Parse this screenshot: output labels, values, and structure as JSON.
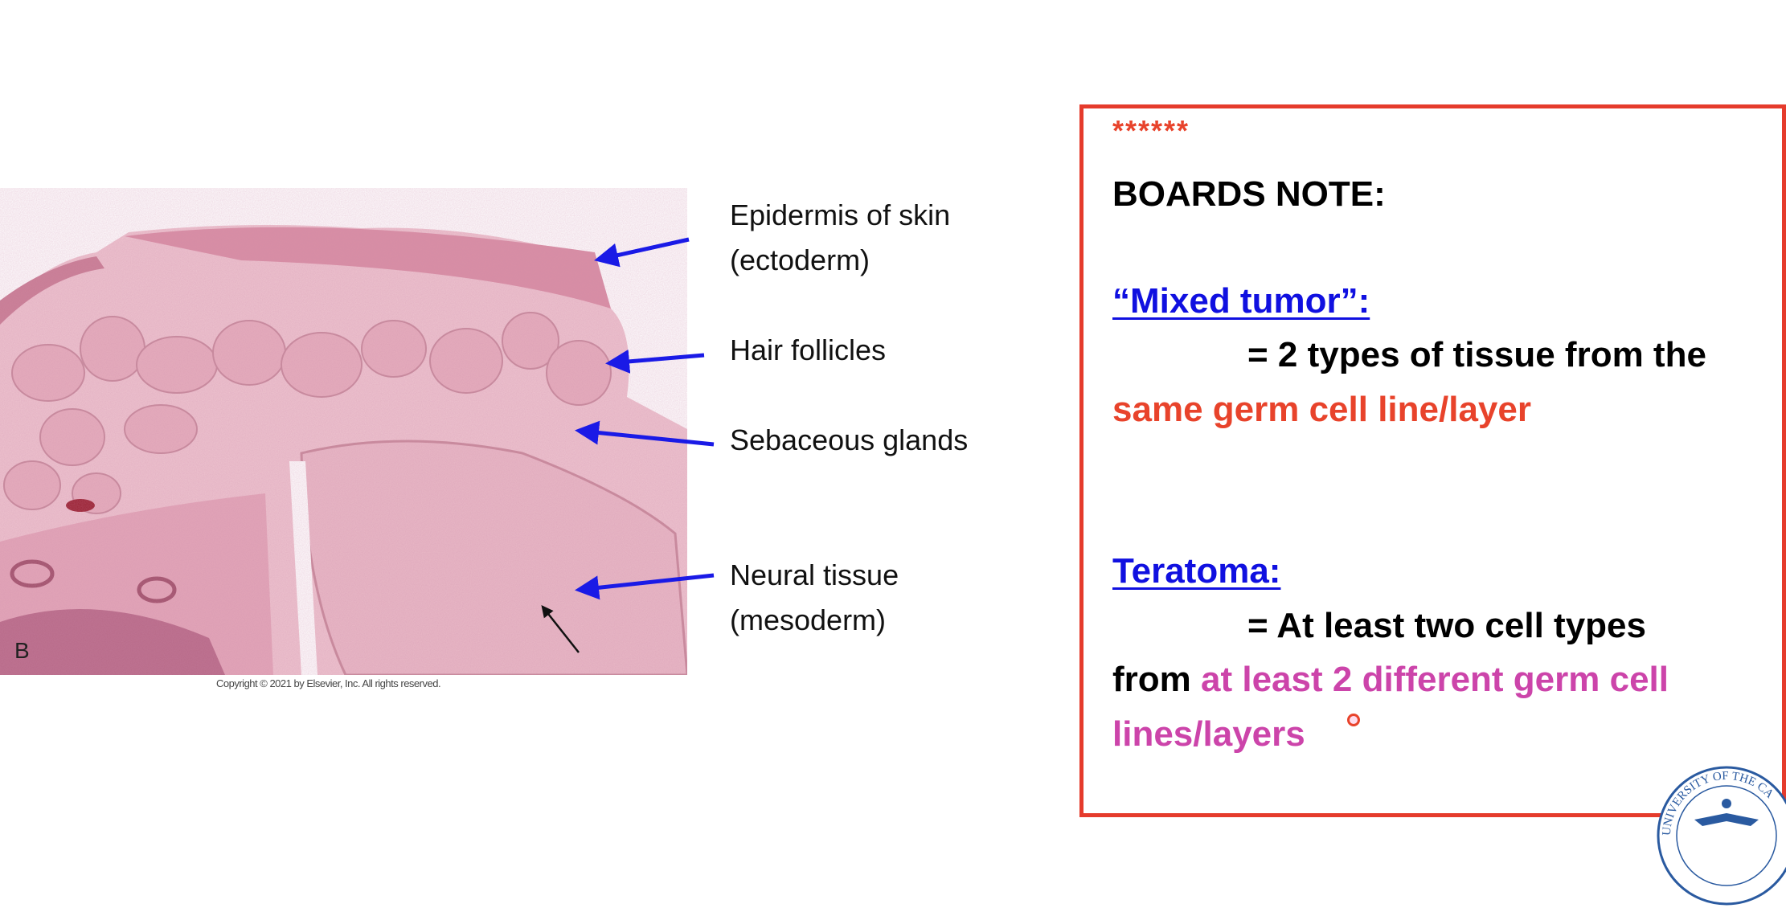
{
  "figure": {
    "panel_letter": "B",
    "copyright": "Copyright © 2021 by Elsevier, Inc. All rights reserved.",
    "labels": [
      {
        "line1": "Epidermis of skin",
        "line2": "(ectoderm)"
      },
      {
        "line1": "Hair follicles"
      },
      {
        "line1": "Sebaceous glands"
      },
      {
        "line1": "Neural tissue",
        "line2": "(mesoderm)"
      }
    ],
    "arrow_color": "#1a1ae6"
  },
  "note": {
    "stars": "******",
    "heading": "BOARDS NOTE:",
    "mixed_title": "“Mixed tumor”:",
    "mixed_def": "= 2 types of tissue from the",
    "mixed_emph": "same germ cell line/layer",
    "teratoma_title": "Teratoma:",
    "teratoma_def": "= At least two cell types",
    "teratoma_from": "from",
    "teratoma_emph1": "at least 2 different germ cell",
    "teratoma_emph2": "lines/layers",
    "border_color": "#e53b2c",
    "red": "#e8432b",
    "blue": "#1010e0",
    "magenta": "#cc44aa"
  },
  "seal": {
    "text": "UNIVERSITY OF THE CA"
  }
}
